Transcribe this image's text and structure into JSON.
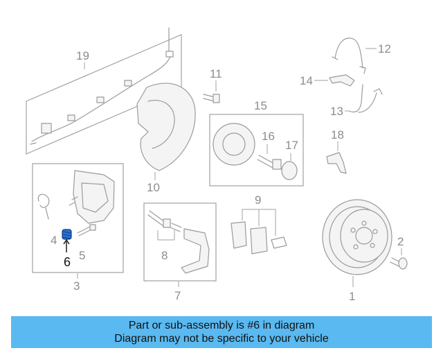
{
  "callouts": {
    "c1": "1",
    "c2": "2",
    "c3": "3",
    "c4": "4",
    "c5": "5",
    "c6": "6",
    "c7": "7",
    "c8": "8",
    "c9": "9",
    "c10": "10",
    "c11": "11",
    "c12": "12",
    "c13": "13",
    "c14": "14",
    "c15": "15",
    "c16": "16",
    "c17": "17",
    "c18": "18",
    "c19": "19"
  },
  "highlighted_part": "6",
  "colors": {
    "banner": "#5ab9f0",
    "highlight_part": "#1e5fbf",
    "linework": "#9a9a9a"
  },
  "banner": {
    "line1": "Part or sub-assembly is #6 in diagram",
    "line2": "Diagram may not be specific to your vehicle"
  }
}
